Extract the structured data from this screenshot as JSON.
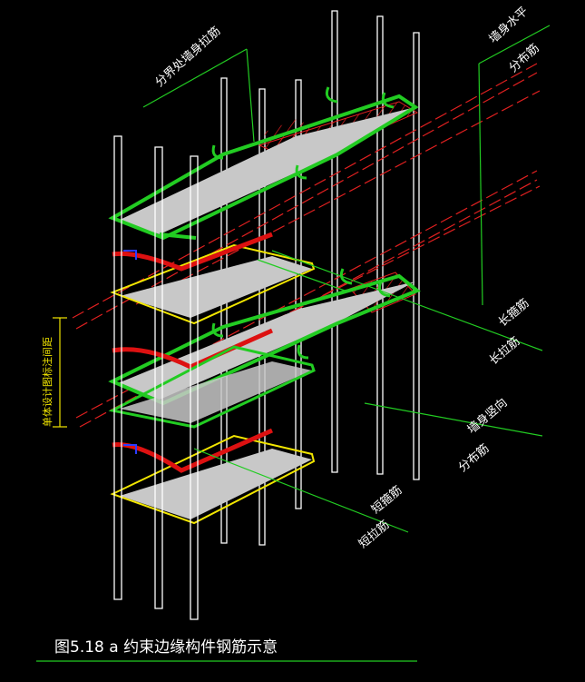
{
  "figure": {
    "caption": "图5.18 a  约束边缘构件钢筋示意",
    "background": "#000000"
  },
  "labels": {
    "boundary_tie": "分界处墙身拉筋",
    "wall_horizontal_1": "墙身水平",
    "wall_horizontal_2": "分布筋",
    "long_stirrup": "长箍筋",
    "long_tie": "长拉筋",
    "wall_vertical_1": "墙身竖向",
    "wall_vertical_2": "分布筋",
    "short_stirrup": "短箍筋",
    "short_tie": "短拉筋",
    "spacing_note": "单体设计图标注间距"
  },
  "colors": {
    "rebar": "#ffffff",
    "long_stirrup": "#22cc22",
    "short_stirrup": "#f2e600",
    "hook": "#dd1111",
    "hatch": "#e02020",
    "plate": "#c8c8c8",
    "leader": "#22cc22",
    "dimension": "#f2e600",
    "marker": "#2a3cff"
  }
}
